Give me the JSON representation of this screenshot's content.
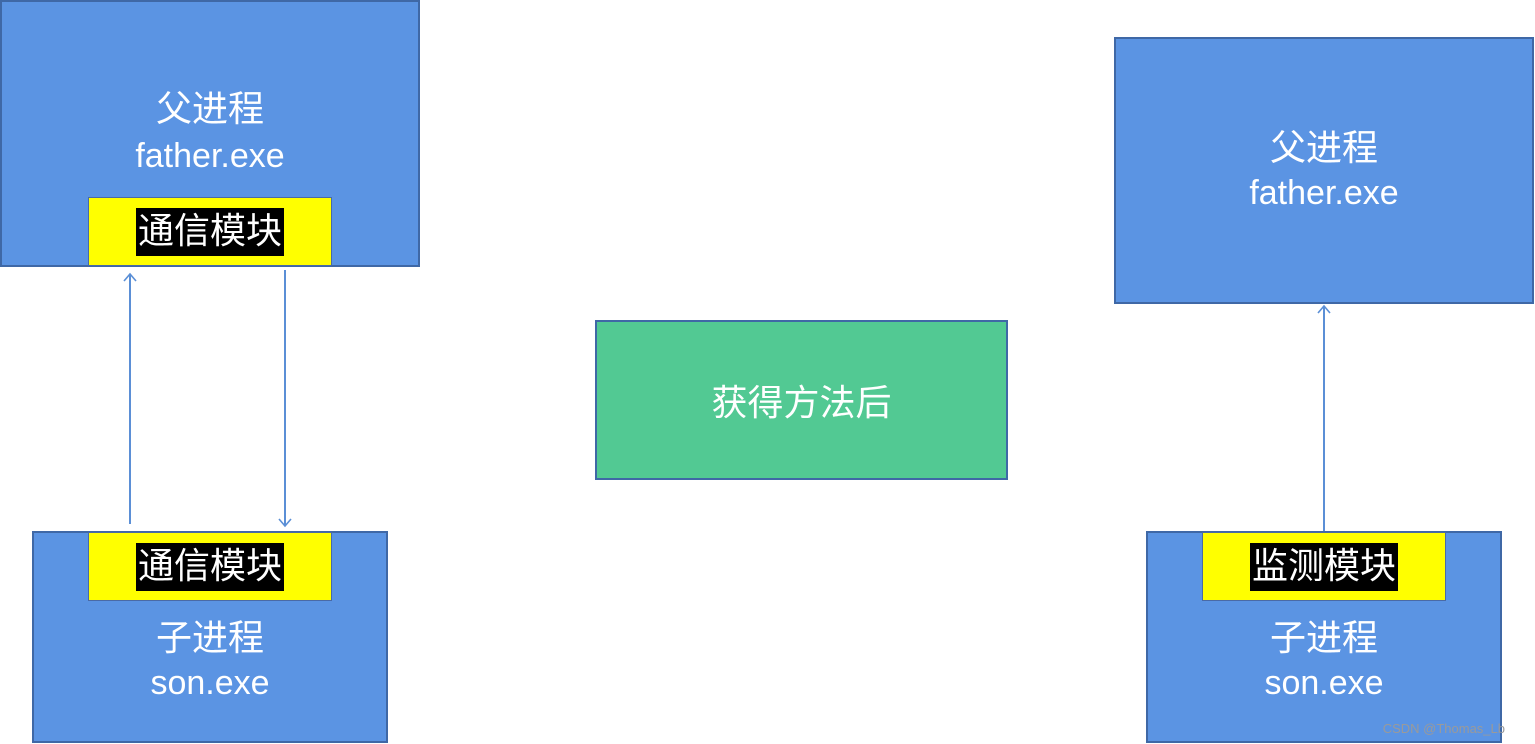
{
  "left": {
    "father": {
      "title": "父进程",
      "name": "father.exe",
      "module": "通信模块"
    },
    "son": {
      "title": "子进程",
      "name": "son.exe",
      "module": "通信模块"
    }
  },
  "center": {
    "label": "获得方法后"
  },
  "right": {
    "father": {
      "title": "父进程",
      "name": "father.exe"
    },
    "son": {
      "title": "子进程",
      "name": "son.exe",
      "module": "监测模块"
    }
  },
  "watermark": "CSDN @Thomas_Lb",
  "colors": {
    "box": "#5b94e3",
    "module": "#ffff00",
    "center": "#52c993",
    "arrow": "#5b8fd6"
  }
}
